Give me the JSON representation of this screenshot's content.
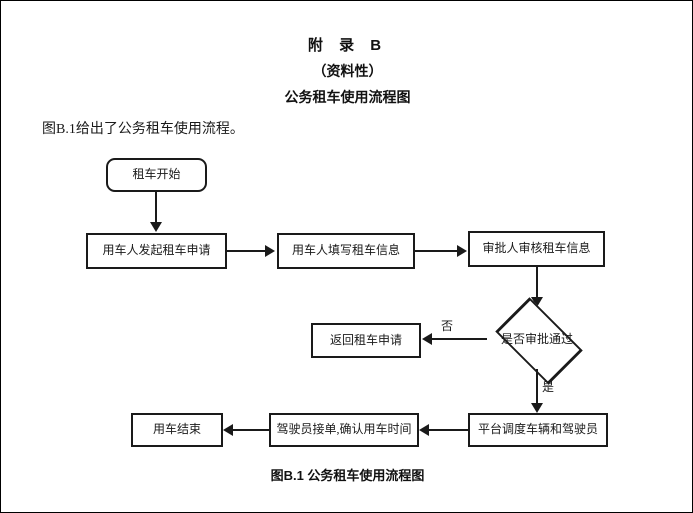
{
  "document": {
    "appendix_title": "附 录 B",
    "appendix_kind": "（资料性）",
    "appendix_subject": "公务租车使用流程图",
    "intro_text": "图B.1给出了公务租车使用流程。",
    "figure_caption": "图B.1 公务租车使用流程图"
  },
  "chart_data": {
    "type": "diagram",
    "title": "公务租车使用流程图",
    "nodes": [
      {
        "id": "start",
        "label": "租车开始",
        "shape": "terminator"
      },
      {
        "id": "apply",
        "label": "用车人发起租车申请",
        "shape": "process"
      },
      {
        "id": "fill",
        "label": "用车人填写租车信息",
        "shape": "process"
      },
      {
        "id": "review",
        "label": "审批人审核租车信息",
        "shape": "process"
      },
      {
        "id": "decision",
        "label": "是否审批通过",
        "shape": "decision"
      },
      {
        "id": "reject",
        "label": "返回租车申请",
        "shape": "process"
      },
      {
        "id": "dispatch",
        "label": "平台调度车辆和驾驶员",
        "shape": "process"
      },
      {
        "id": "accept",
        "label": "驾驶员接单,确认用车时间",
        "shape": "process"
      },
      {
        "id": "finish",
        "label": "用车结束",
        "shape": "process"
      }
    ],
    "edges": [
      {
        "from": "start",
        "to": "apply",
        "label": "",
        "direction": "down"
      },
      {
        "from": "apply",
        "to": "fill",
        "label": "",
        "direction": "right"
      },
      {
        "from": "fill",
        "to": "review",
        "label": "",
        "direction": "right"
      },
      {
        "from": "review",
        "to": "decision",
        "label": "",
        "direction": "down"
      },
      {
        "from": "decision",
        "to": "reject",
        "label": "否",
        "direction": "left"
      },
      {
        "from": "decision",
        "to": "dispatch",
        "label": "是",
        "direction": "down"
      },
      {
        "from": "dispatch",
        "to": "accept",
        "label": "",
        "direction": "left"
      },
      {
        "from": "accept",
        "to": "finish",
        "label": "",
        "direction": "left"
      }
    ],
    "edge_labels": {
      "no": "否",
      "yes": "是"
    }
  },
  "colors": {
    "stroke": "#1a1a1a",
    "background": "#ffffff",
    "text": "#1a1a1a"
  }
}
